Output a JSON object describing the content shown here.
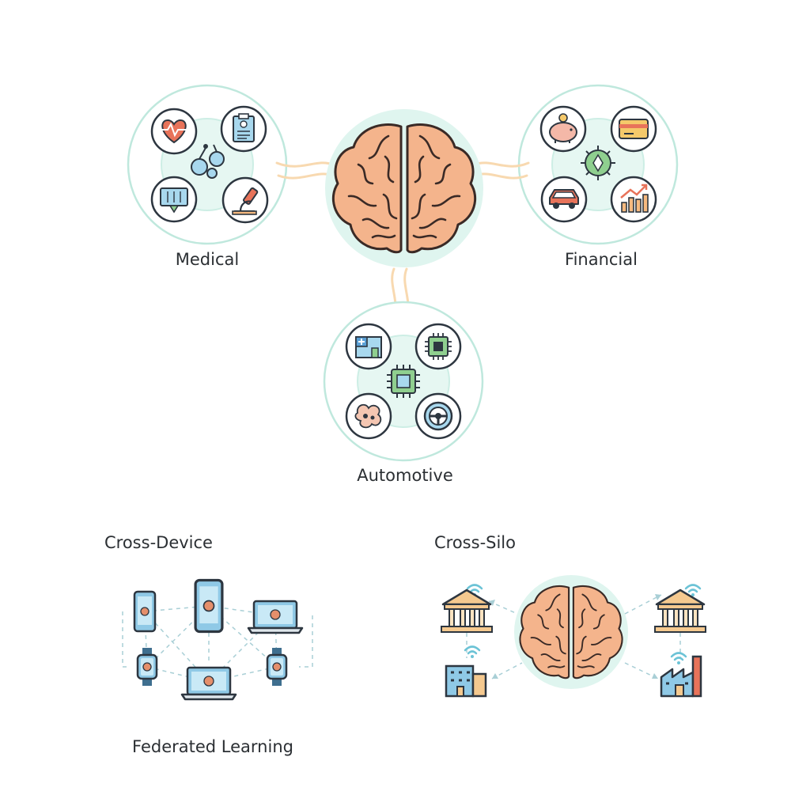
{
  "labels": {
    "medical": "Medical",
    "financial": "Financial",
    "automotive": "Automotive",
    "cross_device": "Cross-Device",
    "cross_silo": "Cross-Silo",
    "federated_learning": "Federated Learning"
  },
  "colors": {
    "brain_fill": "#f4b48c",
    "brain_stroke": "#3a2a26",
    "halo": "#dff5ef",
    "ring": "#bfe8dd",
    "icon_blue": "#a8d8ee",
    "icon_green": "#8fcf8f",
    "icon_red": "#e8735a",
    "icon_orange": "#f5b97f",
    "icon_stroke": "#2d3640",
    "flow": "#f8d9b0",
    "dashed": "#a9cfd6"
  }
}
